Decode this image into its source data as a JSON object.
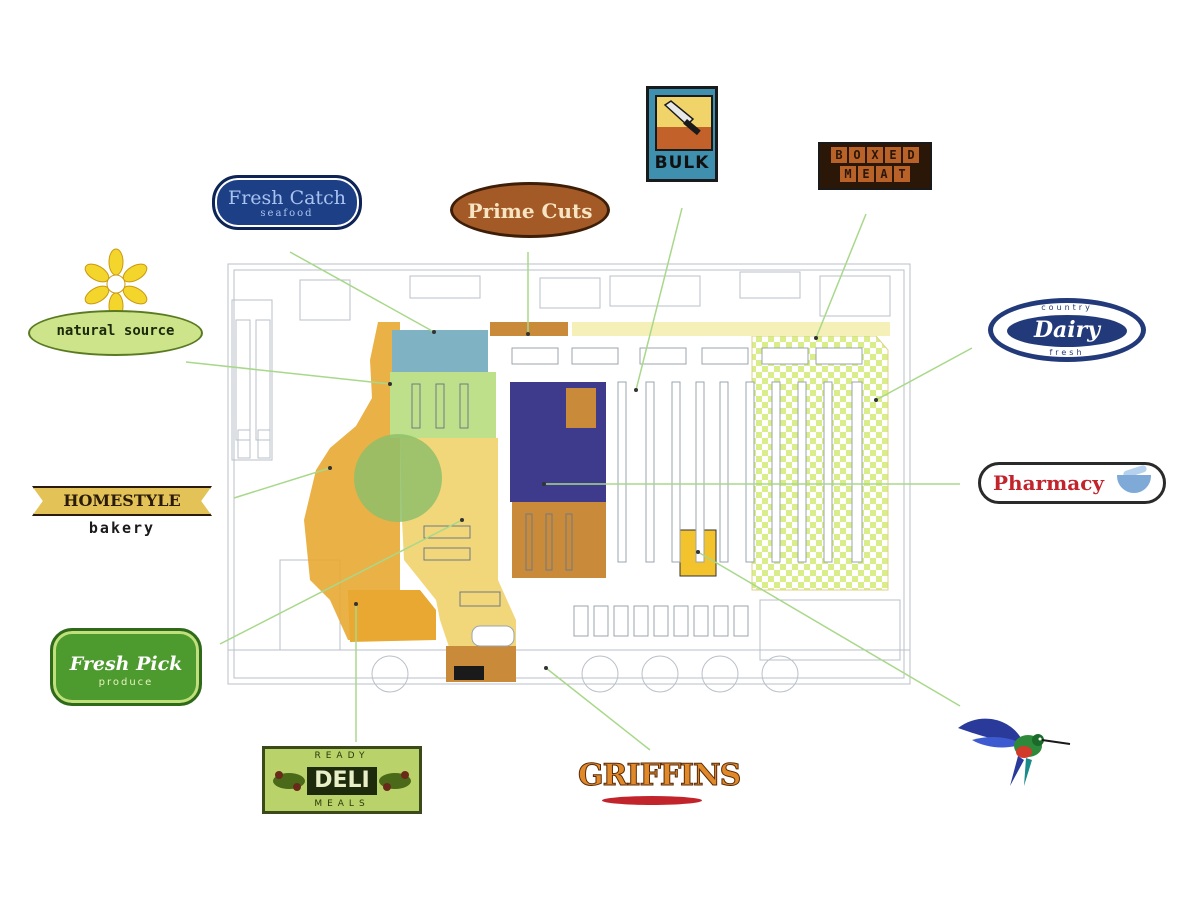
{
  "logos": {
    "fresh_catch": {
      "title": "Fresh Catch",
      "subtitle": "seafood"
    },
    "prime_cuts": {
      "title": "Prime Cuts"
    },
    "bulk": {
      "title": "BULK"
    },
    "boxed_meat": {
      "row1": [
        "B",
        "O",
        "X",
        "E",
        "D"
      ],
      "row2": [
        "M",
        "E",
        "A",
        "T"
      ]
    },
    "natural_source": {
      "title": "natural source"
    },
    "dairy": {
      "title": "Dairy",
      "top": "country",
      "bottom": "fresh"
    },
    "pharmacy": {
      "title": "Pharmacy"
    },
    "homestyle": {
      "title": "HOMESTYLE",
      "subtitle": "bakery"
    },
    "fresh_pick": {
      "title": "Fresh Pick",
      "subtitle": "produce"
    },
    "deli": {
      "top": "READY",
      "title": "DELI",
      "bottom": "MEALS"
    },
    "griffins": {
      "title": "GRIFFINS"
    }
  },
  "colors": {
    "seafood_zone": "#7fb2c2",
    "produce_zone": "#bfe08a",
    "bakery_zone": "#e8a832",
    "deli_zone": "#f2d77a",
    "bulk_zone": "#3e3a8c",
    "meat_zone": "#c98a3a",
    "dairy_zone": "#e4f2a8",
    "leader_line": "#a8d88a",
    "floorplan_line": "#b9c0c8"
  }
}
